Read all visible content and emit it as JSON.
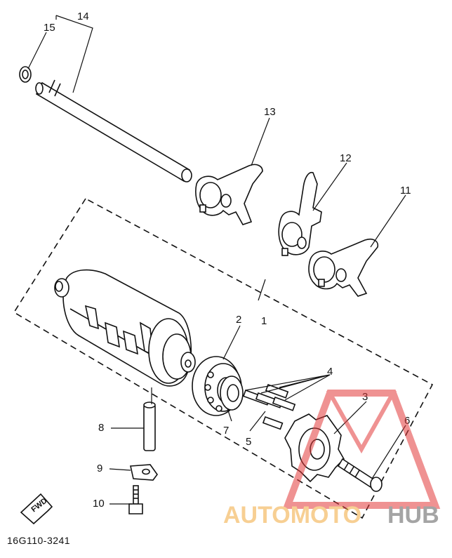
{
  "diagram": {
    "callouts": [
      "1",
      "2",
      "3",
      "4",
      "5",
      "6",
      "7",
      "8",
      "9",
      "10",
      "11",
      "12",
      "13",
      "14",
      "15"
    ],
    "part_code": "16G110-3241",
    "fwd_label": "FWD"
  },
  "watermark": {
    "text_auto": "AUTOMOTO",
    "text_hub": "HUB",
    "color_orange": "#f2a93b",
    "color_red": "#e23a3a",
    "color_gray": "#5a5a5a"
  }
}
